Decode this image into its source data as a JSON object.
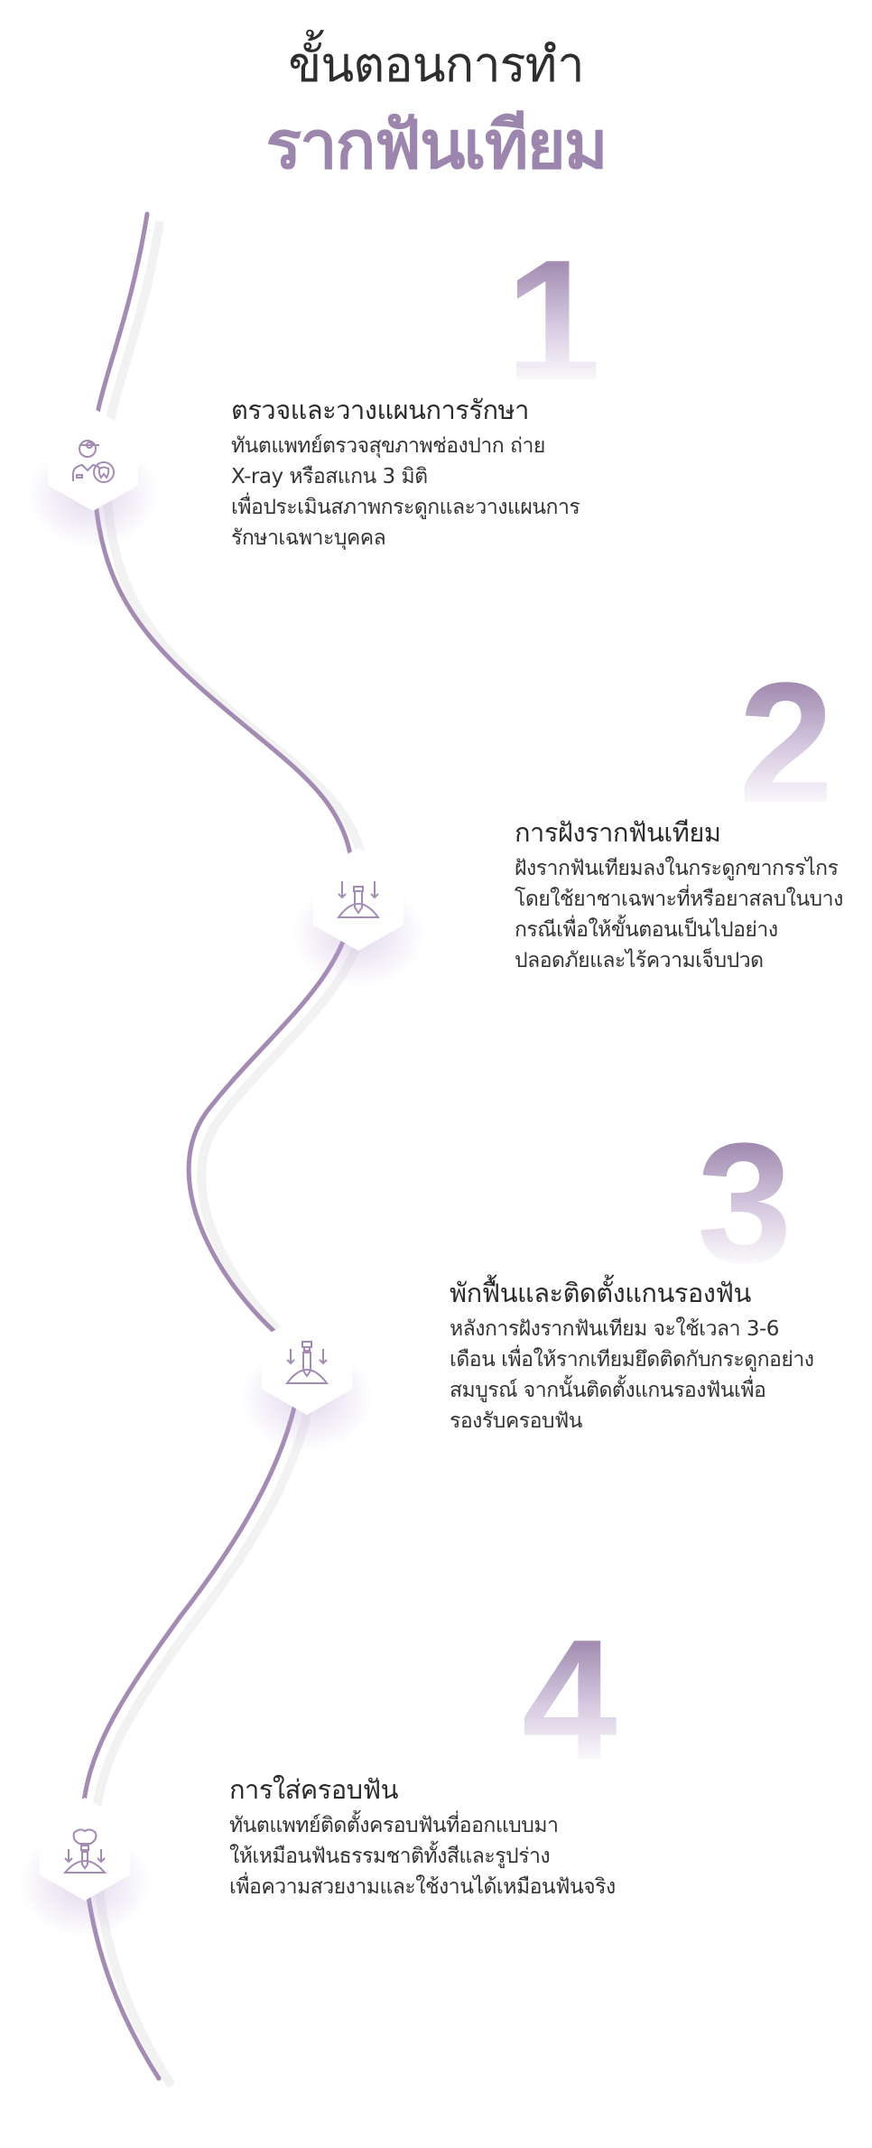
{
  "header": {
    "title_line1": "ขั้นตอนการทำ",
    "title_line2": "รากฟันเทียม"
  },
  "colors": {
    "accent": "#9d86ad",
    "line": "#a48bb3",
    "text": "#2b2b2b"
  },
  "steps": [
    {
      "number": "1",
      "icon": "dentist-tooth-icon",
      "title": "ตรวจและวางแผนการรักษา",
      "lines": [
        "ทันตแพทย์ตรวจสุขภาพช่องปาก ถ่าย",
        "X-ray หรือสแกน 3 มิติ",
        "เพื่อประเมินสภาพกระดูกและวางแผนการ",
        "รักษาเฉพาะบุคคล"
      ]
    },
    {
      "number": "2",
      "icon": "implant-insertion-icon",
      "title": "การฝังรากฟันเทียม",
      "lines": [
        "ฝังรากฟันเทียมลงในกระดูกขากรรไกร",
        "โดยใช้ยาชาเฉพาะที่หรือยาสลบในบาง",
        "กรณีเพื่อให้ขั้นตอนเป็นไปอย่าง",
        "ปลอดภัยและไร้ความเจ็บปวด"
      ]
    },
    {
      "number": "3",
      "icon": "implant-abutment-icon",
      "title": "พักฟื้นและติดตั้งแกนรองฟัน",
      "lines": [
        "หลังการฝังรากฟันเทียม จะใช้เวลา 3-6",
        "เดือน เพื่อให้รากเทียมยึดติดกับกระดูกอย่าง",
        "สมบูรณ์ จากนั้นติดตั้งแกนรองฟันเพื่อ",
        "รองรับครอบฟัน"
      ]
    },
    {
      "number": "4",
      "icon": "crown-implant-icon",
      "title": "การใส่ครอบฟัน",
      "lines": [
        "ทันตแพทย์ติดตั้งครอบฟันที่ออกแบบมา",
        "ให้เหมือนฟันธรรมชาติทั้งสีและรูปร่าง",
        "เพื่อความสวยงามและใช้งานได้เหมือนฟันจริง"
      ]
    }
  ]
}
